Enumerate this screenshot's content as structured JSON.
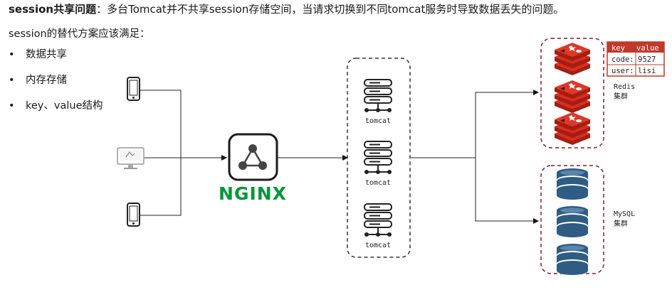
{
  "heading": {
    "bold": "session共享问题",
    "text": "：多台Tomcat并不共享session存储空间，当请求切换到不同tomcat服务时导致数据丢失的问题。"
  },
  "subtitle": "session的替代方案应该满足：",
  "bullets": [
    "数据共享",
    "内存存储",
    "key、value结构"
  ],
  "nginx_logo": "NGINX",
  "tomcat_labels": [
    "tomcat",
    "tomcat",
    "tomcat"
  ],
  "kv_table": {
    "headers": [
      "key",
      "value"
    ],
    "rows": [
      [
        "code:",
        "9527"
      ],
      [
        "user:",
        "lisi"
      ]
    ]
  },
  "redis_cluster": {
    "line1": "Redis",
    "line2": "集群"
  },
  "mysql_cluster": {
    "line1": "MySQL",
    "line2": "集群"
  },
  "colors": {
    "nginx_green": "#009639",
    "redis_red": "#d82c20",
    "mysql_blue": "#2f5c82",
    "cluster_border": "#7a1e2b",
    "kv_header": "#c0392b"
  }
}
